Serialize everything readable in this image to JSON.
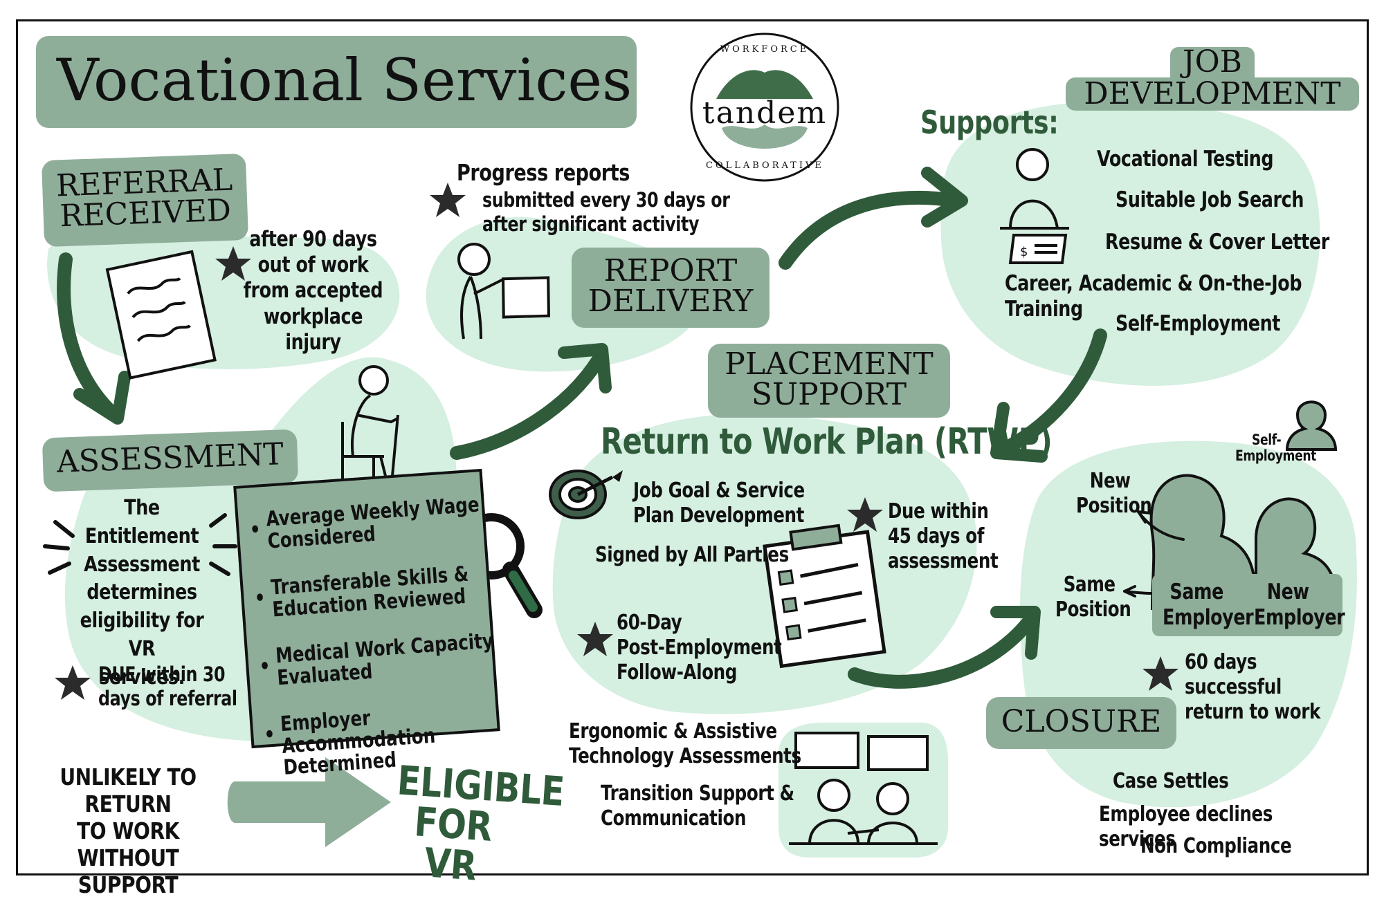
{
  "title": "Vocational Services",
  "logo": {
    "top_arc": "WORKFORCE",
    "name": "tandem",
    "bottom_arc": "COLLABORATIVE"
  },
  "referral": {
    "label_line1": "REFERRAL",
    "label_line2": "RECEIVED",
    "note": [
      "after 90 days",
      "out of work",
      "from accepted",
      "workplace injury"
    ]
  },
  "assessment": {
    "label": "ASSESSMENT",
    "desc": [
      "The Entitlement",
      "Assessment",
      "determines",
      "eligibility for VR",
      "services."
    ],
    "due": [
      "DUE within 30",
      "days of referral"
    ],
    "criteria": [
      [
        "Average Weekly Wage",
        "Considered"
      ],
      [
        "Transferable Skills &",
        "Education Reviewed"
      ],
      [
        "Medical Work Capacity",
        "Evaluated"
      ],
      [
        "Employer Accommodation",
        "Determined"
      ]
    ]
  },
  "eligibility": {
    "condition": [
      "UNLIKELY TO RETURN",
      "TO WORK WITHOUT",
      "SUPPORT"
    ],
    "result": [
      "ELIGIBLE",
      "FOR VR"
    ]
  },
  "report": {
    "heading": "Progress reports",
    "note": [
      "submitted every 30 days or",
      "after significant activity"
    ],
    "label_line1": "REPORT",
    "label_line2": "DELIVERY"
  },
  "job_development": {
    "label_line1": "JOB",
    "label_line2": "DEVELOPMENT",
    "supports_heading": "Supports:",
    "items": [
      "Vocational Testing",
      "Suitable Job Search",
      "Resume & Cover Letter",
      "Career, Academic & On-the-Job Training",
      "Self-Employment"
    ]
  },
  "placement": {
    "label_line1": "PLACEMENT",
    "label_line2": "SUPPORT",
    "rtwp_heading": "Return to Work Plan (RTWP)",
    "goal": [
      "Job Goal & Service",
      "Plan Development"
    ],
    "signed": "Signed by All Parties",
    "due": [
      "Due within",
      "45 days of",
      "assessment"
    ],
    "followalong": [
      "60-Day",
      "Post-Employment",
      "Follow-Along"
    ],
    "ergonomic": [
      "Ergonomic & Assistive",
      "Technology Assessments"
    ],
    "transition": [
      "Transition Support &",
      "Communication"
    ]
  },
  "closure": {
    "label": "CLOSURE",
    "self_employment": [
      "Self-",
      "Employment"
    ],
    "new_position": [
      "New",
      "Position"
    ],
    "same_position": [
      "Same",
      "Position"
    ],
    "same_employer": [
      "Same",
      "Employer"
    ],
    "new_employer": [
      "New",
      "Employer"
    ],
    "success": [
      "60 days successful",
      "return to work"
    ],
    "reasons": [
      "Case Settles",
      "Employee declines services",
      "Non Compliance"
    ]
  },
  "colors": {
    "accent": "#8fae9a",
    "light": "#d5efe1",
    "dark_green": "#2f5b3a",
    "icon_dark": "#3f5f4a"
  }
}
